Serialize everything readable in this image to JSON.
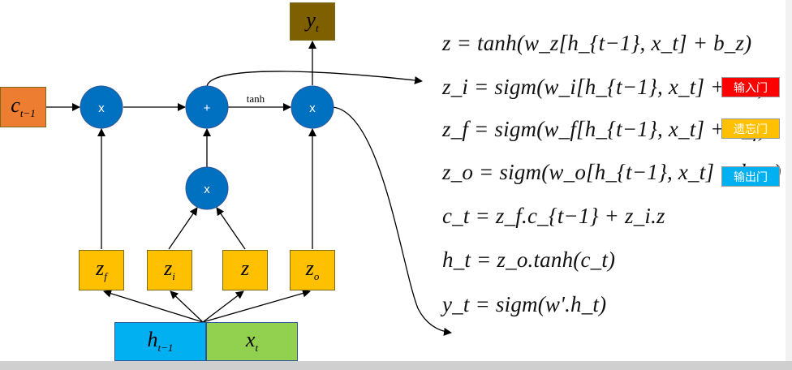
{
  "diagram": {
    "nodes": {
      "c_prev": {
        "base": "c",
        "sub": "t−1"
      },
      "y_out": {
        "base": "y",
        "sub": "t"
      },
      "h_prev": {
        "base": "h",
        "sub": "t−1"
      },
      "x_in": {
        "base": "x",
        "sub": "t"
      },
      "z_f": {
        "base": "z",
        "sub": "f"
      },
      "z_i": {
        "base": "z",
        "sub": "i"
      },
      "z": {
        "base": "z",
        "sub": ""
      },
      "z_o": {
        "base": "z",
        "sub": "o"
      }
    },
    "ops": {
      "mul1": "x",
      "add": "+",
      "mul_out": "x",
      "mul_in": "x"
    },
    "edge_label_tanh": "tanh",
    "colors": {
      "c_box": "#ed7d31",
      "y_box": "#7f6000",
      "gate_box": "#ffc000",
      "h_box": "#00b0f0",
      "x_box": "#92d050",
      "op_circle": "#0070c0"
    }
  },
  "equations": [
    "z = tanh(w_z[h_{t−1}, x_t] + b_z)",
    "z_i = sigm(w_i[h_{t−1}, x_t] + b_i)",
    "z_f = sigm(w_f[h_{t−1}, x_t] + b_f)",
    "z_o = sigm(w_o[h_{t−1}, x_t] + b_o)",
    "c_t = z_f.c_{t−1} + z_i.z",
    "h_t = z_o.tanh(c_t)",
    "y_t = sigm(w'.h_t)"
  ],
  "gate_labels": {
    "input": {
      "label": "输入门",
      "color": "#ff0000"
    },
    "forget": {
      "label": "遗忘门",
      "color": "#ffc000"
    },
    "output": {
      "label": "输出门",
      "color": "#00b0f0"
    }
  }
}
